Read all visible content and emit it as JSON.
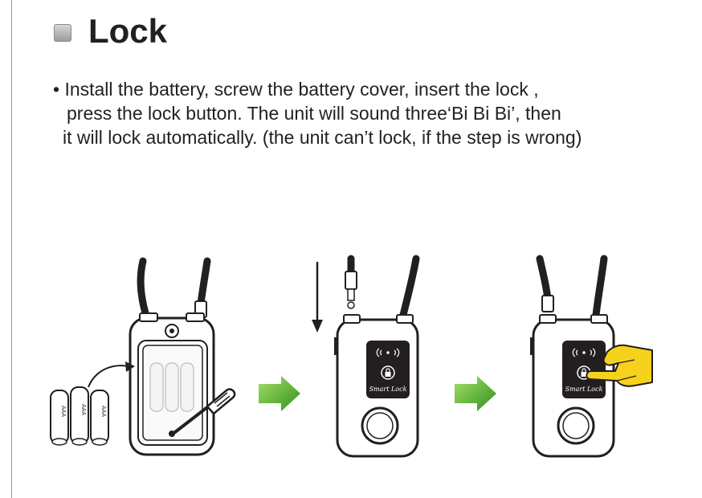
{
  "section": {
    "title": "Lock"
  },
  "instructions": {
    "line1": "• Install the battery, screw the battery cover, insert the lock ,",
    "line2": "press the lock button. The unit will sound three‘Bi Bi Bi’, then",
    "line3": "it will lock automatically. (the unit can’t lock, if the step is wrong)"
  },
  "illustration": {
    "battery_label": "AAA",
    "screen_brand": "Smart Lock",
    "arrow_color": "#5cb531",
    "hand_color": "#f7d21c",
    "icons": [
      "battery-icon",
      "screwdriver-icon",
      "wireless-icon",
      "padlock-icon",
      "down-arrow-icon",
      "green-arrow-icon",
      "hand-icon"
    ]
  }
}
